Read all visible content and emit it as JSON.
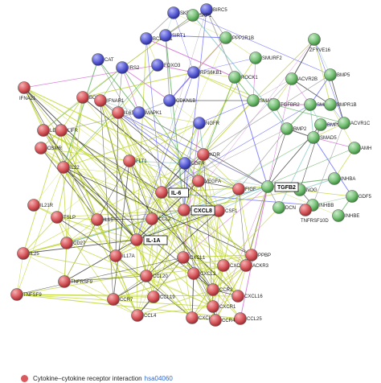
{
  "colors": {
    "red": "#d9595d",
    "blue": "#5b5fd8",
    "green": "#78c278",
    "edge_palette": [
      "#b8d11e",
      "#c4d64a",
      "#7fc6c0",
      "#cf5bd1",
      "#5c5cff",
      "#2b2b2b",
      "#9a9a9a",
      "#52a852"
    ]
  },
  "network": {
    "nodes": [
      {
        "label": "IL-6",
        "color": "red",
        "highlight": true
      },
      {
        "label": "CXCL8",
        "color": "red",
        "highlight": true
      },
      {
        "label": "IL-1A",
        "color": "red",
        "highlight": true
      },
      {
        "label": "TGFB2",
        "color": "green",
        "highlight": true
      },
      {
        "label": "SKP2",
        "color": "blue"
      },
      {
        "label": "BIRC5",
        "color": "blue"
      },
      {
        "label": "SKP1",
        "color": "green"
      },
      {
        "label": "BCL2L11",
        "color": "blue"
      },
      {
        "label": "SIRT1",
        "color": "blue"
      },
      {
        "label": "CAT",
        "color": "blue"
      },
      {
        "label": "IRS2",
        "color": "blue"
      },
      {
        "label": "FOXO3",
        "color": "blue"
      },
      {
        "label": "PPP2R1B",
        "color": "green"
      },
      {
        "label": "ZFYVE16",
        "color": "green"
      },
      {
        "label": "SMURF2",
        "color": "green"
      },
      {
        "label": "RPS6KB1",
        "color": "blue"
      },
      {
        "label": "ROCK1",
        "color": "green"
      },
      {
        "label": "ACVR2B",
        "color": "green"
      },
      {
        "label": "BMP5",
        "color": "green"
      },
      {
        "label": "IFNA21",
        "color": "red"
      },
      {
        "label": "BCL6",
        "color": "red"
      },
      {
        "label": "IFNAR1",
        "color": "red"
      },
      {
        "label": "SMAD2",
        "color": "green"
      },
      {
        "label": "TGFBR2",
        "color": "green"
      },
      {
        "label": "SMAD6",
        "color": "green"
      },
      {
        "label": "BMPR1B",
        "color": "green"
      },
      {
        "label": "IL6ST",
        "color": "red"
      },
      {
        "label": "MAPK1",
        "color": "blue"
      },
      {
        "label": "CDKN1B",
        "color": "blue"
      },
      {
        "label": "BMPR1A",
        "color": "green"
      },
      {
        "label": "ACVR1C",
        "color": "green"
      },
      {
        "label": "LEPR",
        "color": "red"
      },
      {
        "label": "LIFR",
        "color": "red"
      },
      {
        "label": "NGFR",
        "color": "blue"
      },
      {
        "label": "BMP2",
        "color": "green"
      },
      {
        "label": "SMAD5",
        "color": "green"
      },
      {
        "label": "AMH",
        "color": "green"
      },
      {
        "label": "OSMR",
        "color": "red"
      },
      {
        "label": "KDR",
        "color": "red"
      },
      {
        "label": "EGFR",
        "color": "blue"
      },
      {
        "label": "FLT1",
        "color": "red"
      },
      {
        "label": "INHBA",
        "color": "green"
      },
      {
        "label": "GDF5",
        "color": "green"
      },
      {
        "label": "IL22",
        "color": "red"
      },
      {
        "label": "VEGFA",
        "color": "red"
      },
      {
        "label": "FIGF",
        "color": "red"
      },
      {
        "label": "DCN",
        "color": "green"
      },
      {
        "label": "NOG",
        "color": "green"
      },
      {
        "label": "INHBB",
        "color": "green"
      },
      {
        "label": "INHBE",
        "color": "green"
      },
      {
        "label": "IL21R",
        "color": "red"
      },
      {
        "label": "TSLP",
        "color": "red"
      },
      {
        "label": "IL15",
        "color": "red"
      },
      {
        "label": "CSF1",
        "color": "red"
      },
      {
        "label": "CD27",
        "color": "red"
      },
      {
        "label": "CCL2",
        "color": "red"
      },
      {
        "label": "TNFRSF10D",
        "color": "red"
      },
      {
        "label": "IL25",
        "color": "red"
      },
      {
        "label": "IL17A",
        "color": "red"
      },
      {
        "label": "CXCL1",
        "color": "red"
      },
      {
        "label": "PPBP",
        "color": "red"
      },
      {
        "label": "TNFSF9",
        "color": "red"
      },
      {
        "label": "TNFRSF9",
        "color": "red"
      },
      {
        "label": "CCR7",
        "color": "red"
      },
      {
        "label": "CXCL2",
        "color": "red"
      },
      {
        "label": "CXCR2",
        "color": "red"
      },
      {
        "label": "ACKR3",
        "color": "red"
      },
      {
        "label": "CCL20",
        "color": "red"
      },
      {
        "label": "CCR2",
        "color": "red"
      },
      {
        "label": "CXCL16",
        "color": "red"
      },
      {
        "label": "CCL19",
        "color": "red"
      },
      {
        "label": "CXCR1",
        "color": "red"
      },
      {
        "label": "CCL4",
        "color": "red"
      },
      {
        "label": "CCL25",
        "color": "red"
      },
      {
        "label": "CXCL5",
        "color": "red"
      },
      {
        "label": "CCR4",
        "color": "red"
      }
    ]
  },
  "legend": {
    "text": "Cytokine–cytokine receptor interaction",
    "link_text": "hsa04060"
  }
}
